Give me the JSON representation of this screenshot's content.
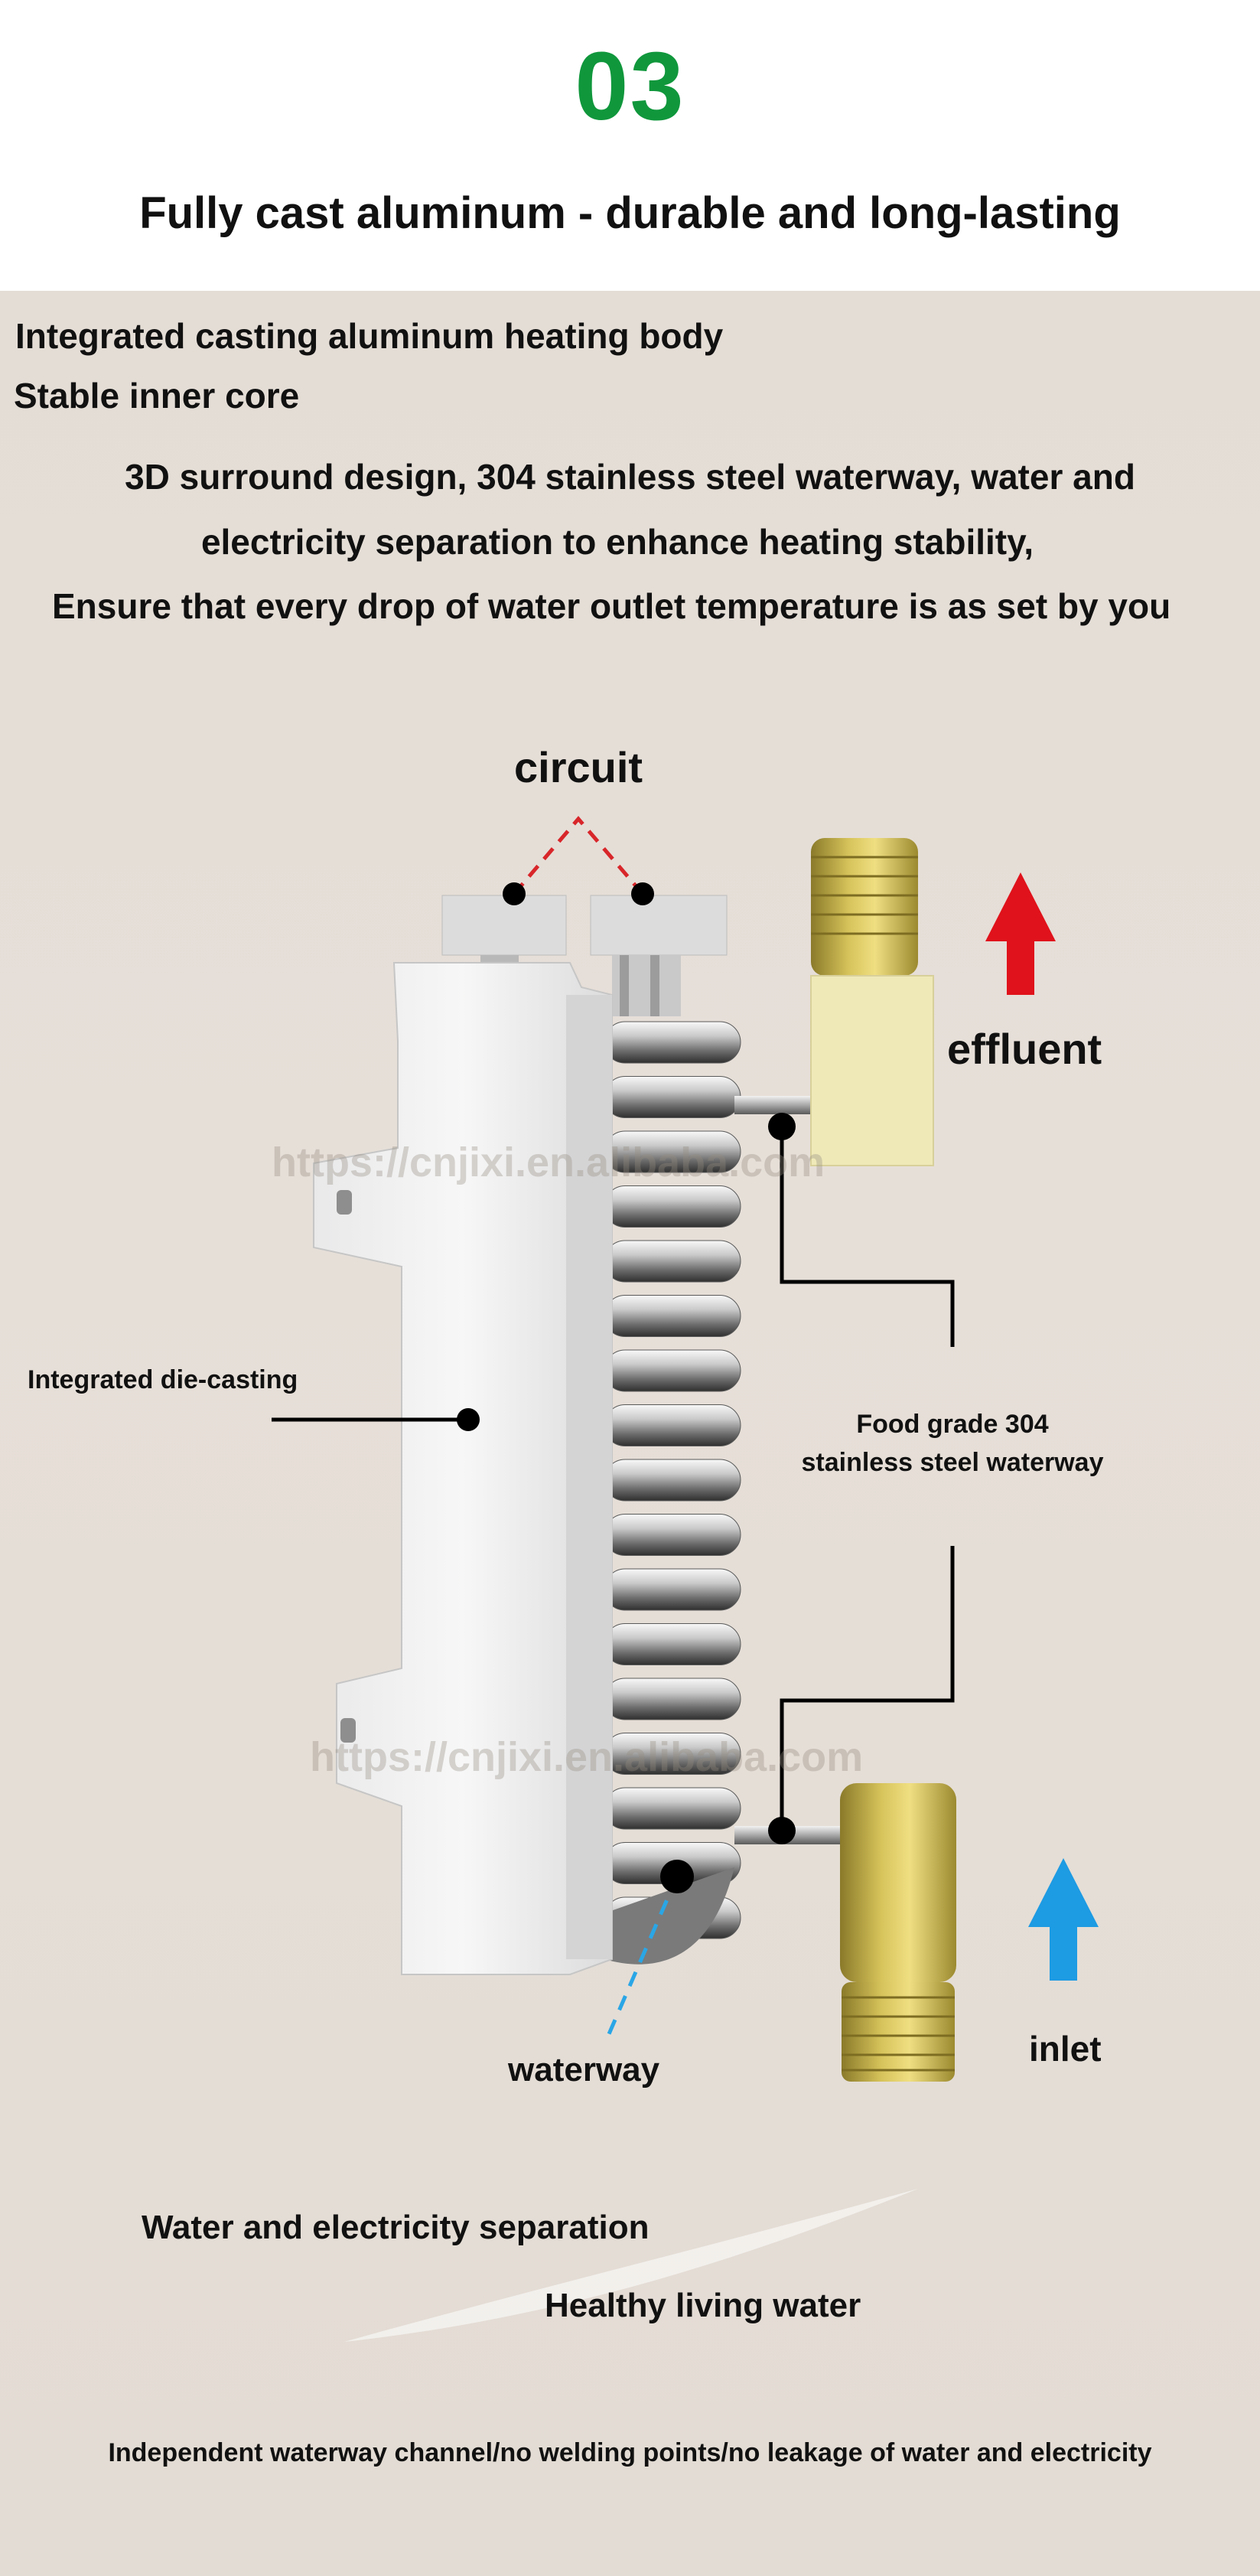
{
  "header": {
    "number": "03",
    "title": "Fully cast aluminum - durable and long-lasting"
  },
  "intro": {
    "line1": "Integrated casting aluminum heating body",
    "line2": "Stable inner core",
    "desc1": "3D surround design, 304 stainless steel waterway, water and",
    "desc2": "electricity separation to enhance heating stability,",
    "desc3": "Ensure that every drop of water outlet temperature is as set by you"
  },
  "diagram": {
    "circuit": "circuit",
    "effluent": "effluent",
    "integrated": "Integrated die-casting",
    "food1": "Food grade 304",
    "food2": "stainless steel waterway",
    "waterway": "waterway",
    "inlet": "inlet",
    "watermark": "https://cnjixi.en.alibaba.com",
    "watermark2": "https://cnjixi.en.alibaba.com"
  },
  "footer": {
    "sep": "Water and electricity separation",
    "healthy": "Healthy living water",
    "bottom": "Independent waterway channel/no welding points/no leakage of water and electricity"
  },
  "colors": {
    "accent_green": "#10973c",
    "arrow_red": "#e0121b",
    "arrow_blue": "#1d9be3"
  }
}
